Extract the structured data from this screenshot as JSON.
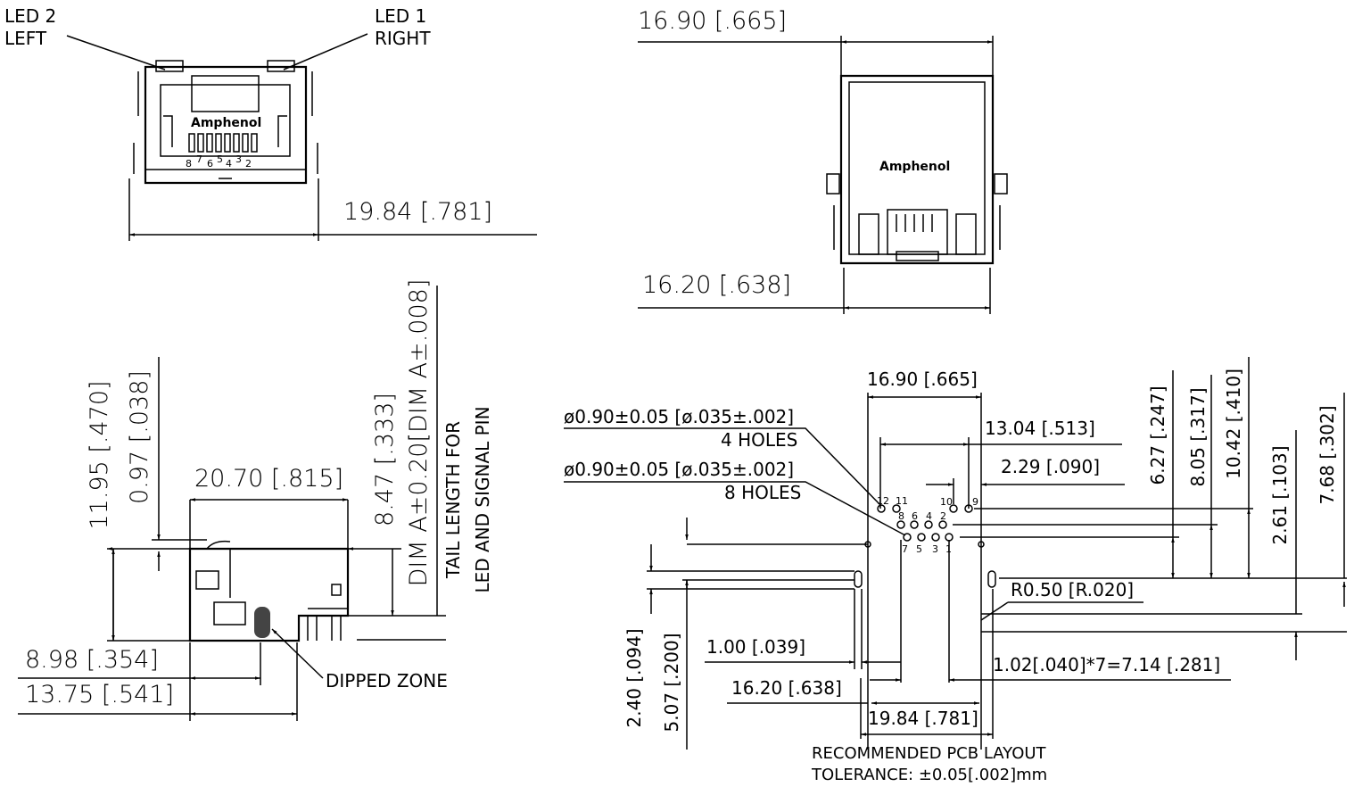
{
  "front_view": {
    "led2": [
      "LED 2",
      "LEFT"
    ],
    "led1": [
      "LED 1",
      "RIGHT"
    ],
    "logo": "Amphenol",
    "pin_numbers": [
      "8",
      "7",
      "6",
      "5",
      "4",
      "3",
      "2"
    ],
    "width_dim": "19.84 [.781]"
  },
  "rear_view": {
    "top_dim": "16.90 [.665]",
    "bottom_dim": "16.20 [.638]",
    "logo": "Amphenol"
  },
  "side_view": {
    "height_dim": "11.95 [.470]",
    "offset_dim": "0.97 [.038]",
    "length_dim": "20.70 [.815]",
    "tail_dim": "8.47 [.333]",
    "dim_a": "DIM A±0.20[DIM A±.008]",
    "tail_note_1": "TAIL LENGTH FOR",
    "tail_note_2": "LED AND SIGNAL PIN",
    "dim_898": "8.98 [.354]",
    "dim_1375": "13.75 [.541]",
    "dipped_zone": "DIPPED ZONE"
  },
  "pcb_layout": {
    "top_dim": "16.90 [.665]",
    "hole_note_1a": "ø0.90±0.05 [ø.035±.002]",
    "hole_note_1b": "4 HOLES",
    "hole_note_2a": "ø0.90±0.05 [ø.035±.002]",
    "hole_note_2b": "8 HOLES",
    "dim_1304": "13.04 [.513]",
    "dim_229": "2.29 [.090]",
    "dim_627": "6.27 [.247]",
    "dim_805": "8.05 [.317]",
    "dim_1042": "10.42 [.410]",
    "dim_261": "2.61 [.103]",
    "dim_768": "7.68 [.302]",
    "radius": "R0.50 [R.020]",
    "dim_240": "2.40 [.094]",
    "dim_507": "5.07 [.200]",
    "dim_100": "1.00 [.039]",
    "pitch": "1.02[.040]*7=7.14 [.281]",
    "dim_1620": "16.20 [.638]",
    "dim_1984": "19.84 [.781]",
    "pins_top": [
      "12",
      "11",
      "10",
      "9"
    ],
    "pins_mid": [
      "8",
      "6",
      "4",
      "2"
    ],
    "pins_bot": [
      "7",
      "5",
      "3",
      "1"
    ],
    "title": "RECOMMENDED PCB LAYOUT",
    "tolerance": "TOLERANCE: ±0.05[.002]mm"
  }
}
